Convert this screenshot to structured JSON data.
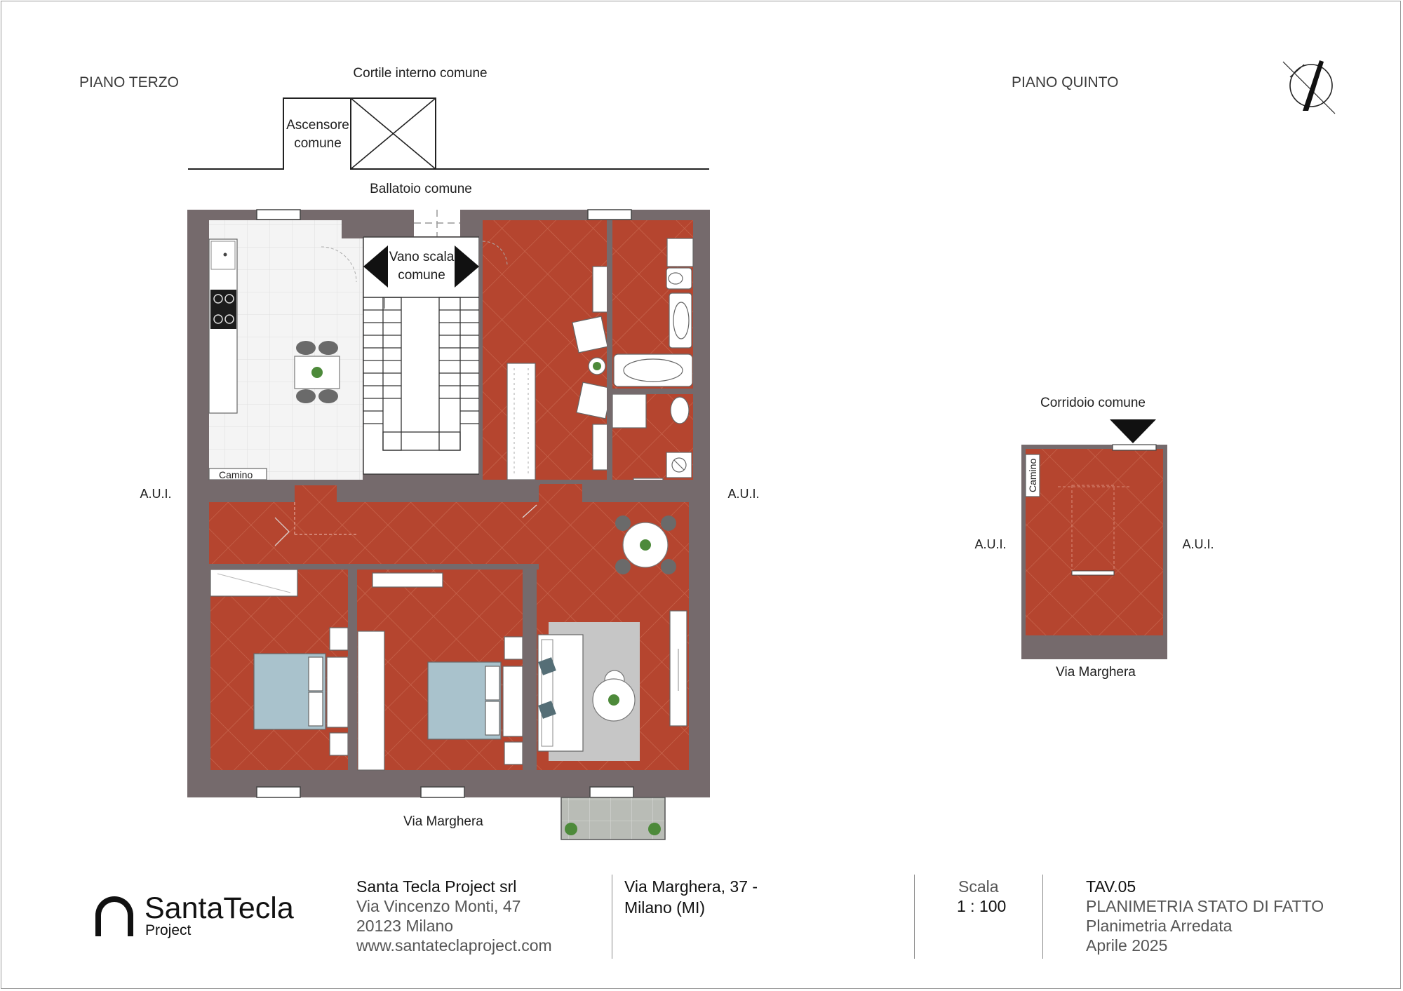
{
  "titles": {
    "piano_terzo": "PIANO TERZO",
    "piano_quinto": "PIANO QUINTO"
  },
  "labels": {
    "cortile": "Cortile interno comune",
    "ascensore_1": "Ascensore",
    "ascensore_2": "comune",
    "ballatoio": "Ballatoio comune",
    "vano_scala_1": "Vano scala",
    "vano_scala_2": "comune",
    "camino_kitchen": "Camino",
    "camino_quinto": "Camino",
    "aui_left": "A.U.I.",
    "aui_right": "A.U.I.",
    "aui_q_left": "A.U.I.",
    "aui_q_right": "A.U.I.",
    "via_main": "Via Marghera",
    "via_quinto": "Via Marghera",
    "corridoio": "Corridoio comune"
  },
  "colors": {
    "wall": "#756a6c",
    "floor_cotto": "#b5452f",
    "floor_grid": "#c96a52",
    "kitchen_tile": "#f3f3f3",
    "bed_sheet": "#a9c2cc",
    "rug": "#c6c6c6"
  },
  "footer": {
    "company": "Santa Tecla Project srl",
    "street": "Via Vincenzo Monti, 47",
    "city": "20123 Milano",
    "web": "www.santateclaproject.com",
    "addr_1": "Via Marghera, 37 -",
    "addr_2": "Milano (MI)",
    "scale_label": "Scala",
    "scale_value": "1 : 100",
    "tav": "TAV.05",
    "plan_title": "PLANIMETRIA STATO DI FATTO",
    "plan_sub": "Planimetria Arredata",
    "date": "Aprile 2025",
    "logo_main": "SantaTecla",
    "logo_sub": "Project"
  },
  "icons": {
    "north": "north-arrow-icon",
    "logo": "arch-logo-icon"
  }
}
